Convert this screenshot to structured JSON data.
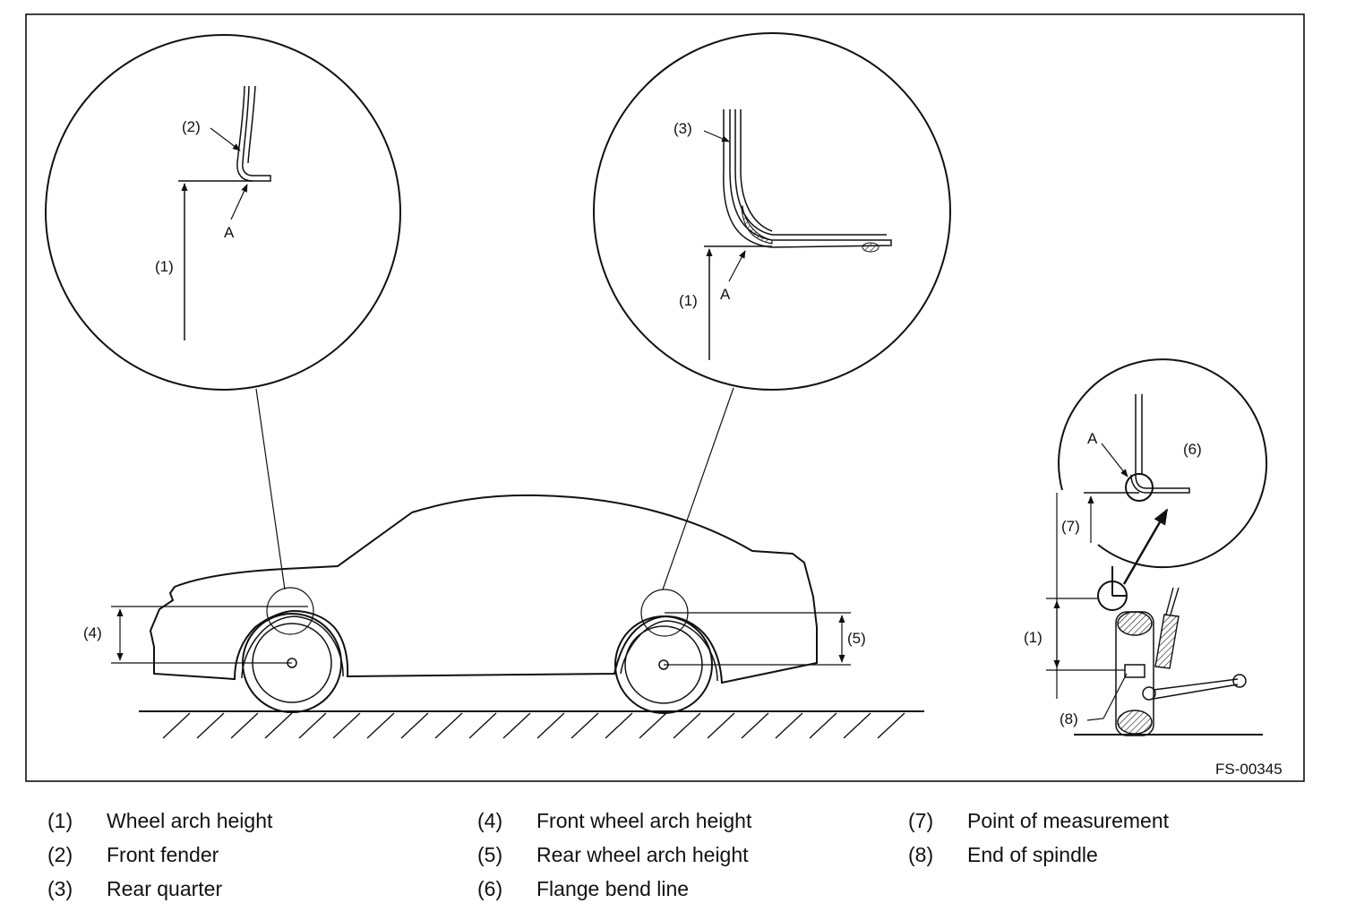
{
  "figure": {
    "id_code": "FS-00345",
    "labels": {
      "wheel_arch_height": "(1)",
      "front_fender": "(2)",
      "rear_quarter": "(3)",
      "front_wheel_arch_height": "(4)",
      "rear_wheel_arch_height": "(5)",
      "flange_bend_line": "(6)",
      "point_of_measurement": "(7)",
      "end_of_spindle": "(8)",
      "point_a": "A"
    }
  },
  "legend": [
    {
      "num": "(1)",
      "desc": "Wheel arch height"
    },
    {
      "num": "(2)",
      "desc": "Front fender"
    },
    {
      "num": "(3)",
      "desc": "Rear quarter"
    },
    {
      "num": "(4)",
      "desc": "Front wheel arch height"
    },
    {
      "num": "(5)",
      "desc": "Rear wheel arch height"
    },
    {
      "num": "(6)",
      "desc": "Flange bend line"
    },
    {
      "num": "(7)",
      "desc": "Point of measurement"
    },
    {
      "num": "(8)",
      "desc": "End of spindle"
    }
  ]
}
